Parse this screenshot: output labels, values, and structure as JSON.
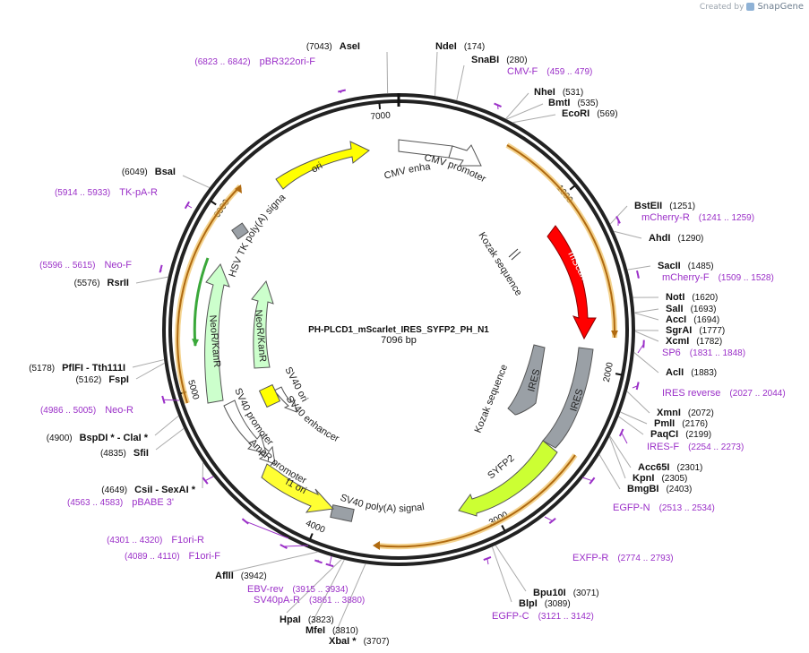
{
  "credit": {
    "prefix": "Created by",
    "brand": "SnapGene"
  },
  "plasmid": {
    "name": "PH-PLCD1_mScarlet_IRES_SYFP2_PH_N1",
    "length_label": "7096 bp",
    "length": 7096
  },
  "ticks": [
    "1000",
    "2000",
    "3000",
    "4000",
    "5000",
    "6000",
    "7000"
  ],
  "enzymes": [
    {
      "name": "AseI",
      "pos": "(7043)"
    },
    {
      "name": "NdeI",
      "pos": "(174)"
    },
    {
      "name": "SnaBI",
      "pos": "(280)"
    },
    {
      "name": "NheI",
      "pos": "(531)"
    },
    {
      "name": "BmtI",
      "pos": "(535)"
    },
    {
      "name": "EcoRI",
      "pos": "(569)"
    },
    {
      "name": "BstEII",
      "pos": "(1251)"
    },
    {
      "name": "AhdI",
      "pos": "(1290)"
    },
    {
      "name": "SacII",
      "pos": "(1485)"
    },
    {
      "name": "NotI",
      "pos": "(1620)"
    },
    {
      "name": "SalI",
      "pos": "(1693)"
    },
    {
      "name": "AccI",
      "pos": "(1694)"
    },
    {
      "name": "SgrAI",
      "pos": "(1777)"
    },
    {
      "name": "XcmI",
      "pos": "(1782)"
    },
    {
      "name": "AclI",
      "pos": "(1883)"
    },
    {
      "name": "XmnI",
      "pos": "(2072)"
    },
    {
      "name": "PmlI",
      "pos": "(2176)"
    },
    {
      "name": "PaqCI",
      "pos": "(2199)"
    },
    {
      "name": "Acc65I",
      "pos": "(2301)"
    },
    {
      "name": "KpnI",
      "pos": "(2305)"
    },
    {
      "name": "BmgBI",
      "pos": "(2403)"
    },
    {
      "name": "Bpu10I",
      "pos": "(3071)"
    },
    {
      "name": "BlpI",
      "pos": "(3089)"
    },
    {
      "name": "XbaI *",
      "pos": "(3707)"
    },
    {
      "name": "MfeI",
      "pos": "(3810)"
    },
    {
      "name": "HpaI",
      "pos": "(3823)"
    },
    {
      "name": "AflII",
      "pos": "(3942)"
    },
    {
      "name": "CsiI - SexAI *",
      "pos": "(4649)"
    },
    {
      "name": "SfiI",
      "pos": "(4835)"
    },
    {
      "name": "BspDI * - ClaI *",
      "pos": "(4900)"
    },
    {
      "name": "FspI",
      "pos": "(5162)"
    },
    {
      "name": "PflFI - Tth111I",
      "pos": "(5178)"
    },
    {
      "name": "RsrII",
      "pos": "(5576)"
    },
    {
      "name": "BsaI",
      "pos": "(6049)"
    }
  ],
  "primers": [
    {
      "name": "pBR322ori-F",
      "pos": "(6823 .. 6842)"
    },
    {
      "name": "CMV-F",
      "pos": "(459 .. 479)"
    },
    {
      "name": "mCherry-R",
      "pos": "(1241 .. 1259)"
    },
    {
      "name": "mCherry-F",
      "pos": "(1509 .. 1528)"
    },
    {
      "name": "SP6",
      "pos": "(1831 .. 1848)"
    },
    {
      "name": "IRES reverse",
      "pos": "(2027 .. 2044)"
    },
    {
      "name": "IRES-F",
      "pos": "(2254 .. 2273)"
    },
    {
      "name": "EGFP-N",
      "pos": "(2513 .. 2534)"
    },
    {
      "name": "EXFP-R",
      "pos": "(2774 .. 2793)"
    },
    {
      "name": "EGFP-C",
      "pos": "(3121 .. 3142)"
    },
    {
      "name": "EBV-rev",
      "pos": "(3915 .. 3934)"
    },
    {
      "name": "SV40pA-R",
      "pos": "(3861 .. 3880)"
    },
    {
      "name": "F1ori-R",
      "pos": "(4301 .. 4320)"
    },
    {
      "name": "F1ori-F",
      "pos": "(4089 .. 4110)"
    },
    {
      "name": "pBABE 3'",
      "pos": "(4563 .. 4583)"
    },
    {
      "name": "Neo-R",
      "pos": "(4986 .. 5005)"
    },
    {
      "name": "Neo-F",
      "pos": "(5596 .. 5615)"
    },
    {
      "name": "TK-pA-R",
      "pos": "(5914 .. 5933)"
    }
  ],
  "features": [
    {
      "name": "CMV enhancer",
      "color": "#ffffff"
    },
    {
      "name": "CMV promoter",
      "color": "#ffffff"
    },
    {
      "name": "Kozak sequence",
      "color": "#ffffff"
    },
    {
      "name": "mScarlet",
      "color": "#ff0000"
    },
    {
      "name": "IRES",
      "color": "#9aa0a6"
    },
    {
      "name": "Kozak sequence",
      "color": "#ffffff"
    },
    {
      "name": "IRES",
      "color": "#9aa0a6"
    },
    {
      "name": "SYFP2",
      "color": "#ccff33"
    },
    {
      "name": "SV40 poly(A) signal",
      "color": "#9aa0a6"
    },
    {
      "name": "f1 ori",
      "color": "#ffff33"
    },
    {
      "name": "AmpR promoter",
      "color": "#ffffff"
    },
    {
      "name": "SV40 promoter",
      "color": "#ffffff"
    },
    {
      "name": "SV40 enhancer",
      "color": "#ffffff"
    },
    {
      "name": "SV40 ori",
      "color": "#ffff00"
    },
    {
      "name": "NeoR/KanR",
      "color": "#ccffcc"
    },
    {
      "name": "NeoR/KanR",
      "color": "#ccffcc"
    },
    {
      "name": "HSV TK poly(A) signal",
      "color": "#9aa0a6"
    },
    {
      "name": "ori",
      "color": "#ffff00"
    }
  ],
  "colors": {
    "primer": "#9b30c8",
    "orf": "#f0b040",
    "neo_orf": "#3aa83a",
    "backbone": "#222222"
  }
}
